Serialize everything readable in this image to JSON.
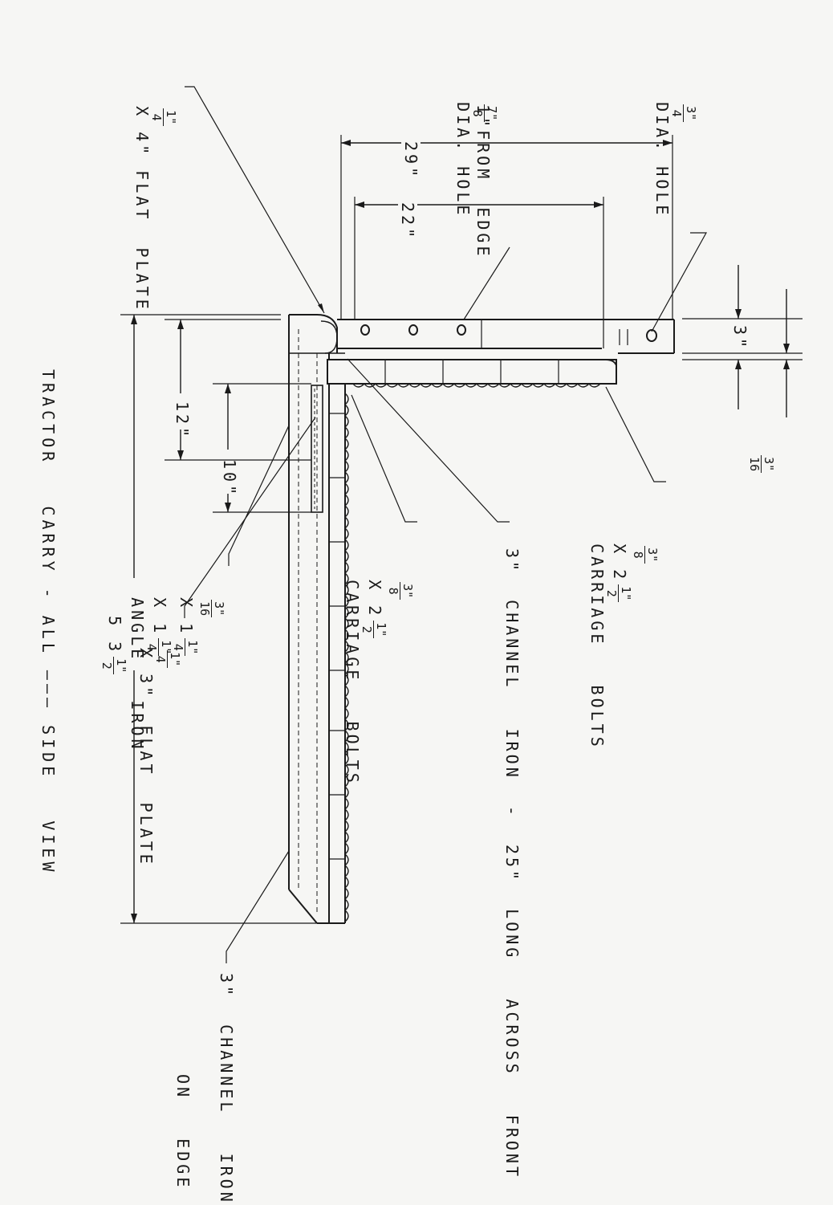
{
  "diagram": {
    "title": "TRACTOR   CARRY - ALL ——— SIDE   VIEW",
    "labels": {
      "hole_small": {
        "num": "3\"",
        "den": "4",
        "text": "DIA. HOLE"
      },
      "hole_large": {
        "num": "7\"",
        "den": "8",
        "text": "DIA. HOLE",
        "line2": "1\"FROM  EDGE"
      },
      "flat_plate_4": {
        "num": "1\"",
        "den": "4",
        "text": "X 4\" FLAT  PLATE"
      },
      "bolts_top": {
        "num1": "3\"",
        "den1": "8",
        "mid": "X 2",
        "num2": "1\"",
        "den2": "2",
        "text": "CARRIAGE   BOLTS"
      },
      "channel_front": "3\"  CHANNEL   IRON  -  25\"  LONG   ACROSS   FRONT",
      "bolts_lower": {
        "num1": "3\"",
        "den1": "8",
        "mid": "X 2",
        "num2": "1\"",
        "den2": "2",
        "text": "CARRIAGE   BOLTS"
      },
      "angle_iron": {
        "num1": "3\"",
        "den1": "16",
        "mid1": "X 1",
        "num2": "1\"",
        "den2": "4",
        "mid2": "X 1",
        "num3": "1\"",
        "den3": "4",
        "text": "ANGLE   IRON"
      },
      "flat_plate_3": {
        "num": "1\"",
        "den": "4",
        "text": "X 3\"  FLAT  PLATE"
      },
      "channel_edge": "3\"  CHANNEL   IRON",
      "channel_edge_2": "ON   EDGE"
    },
    "dimensions": {
      "d29": "29\"",
      "d22": "22\"",
      "d3": "3\"",
      "d3_16": {
        "num": "3\"",
        "den": "16"
      },
      "d12": "12\"",
      "d10": "10\"",
      "d53": {
        "whole": "5 3",
        "num": "1\"",
        "den": "2"
      }
    }
  }
}
